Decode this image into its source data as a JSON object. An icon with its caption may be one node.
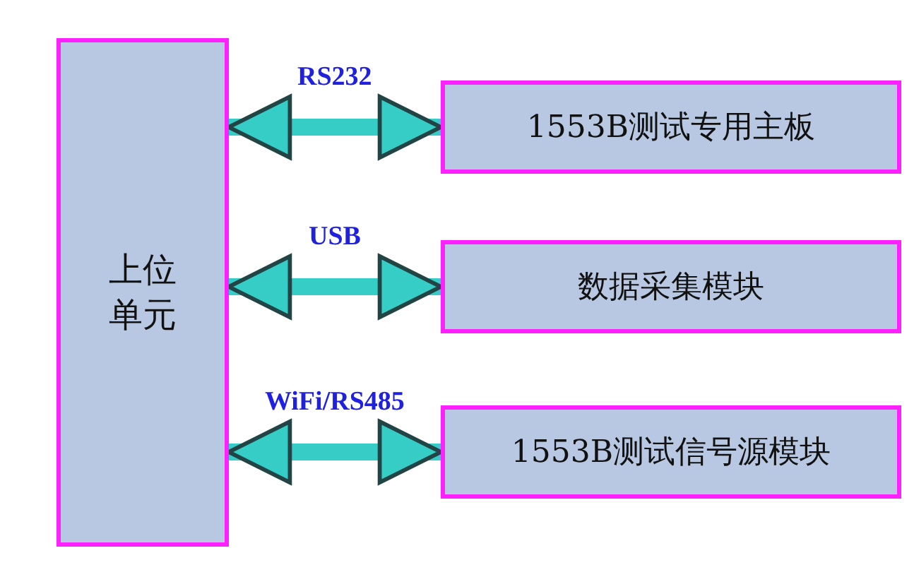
{
  "diagram": {
    "nodes": [
      {
        "text": [
          "上位单元"
        ]
      },
      {
        "text": [
          "1553B测试专用主板"
        ]
      },
      {
        "text": [
          "数据采集模块"
        ]
      },
      {
        "text": [
          "1553B测试信号源模块"
        ]
      }
    ],
    "edges": [
      {
        "from": 0,
        "to": 1,
        "arrow": "both",
        "label": "RS232"
      },
      {
        "from": 0,
        "to": 2,
        "arrow": "both",
        "label": "USB"
      },
      {
        "from": 0,
        "to": 3,
        "arrow": "both",
        "label": "WiFi/RS485"
      }
    ]
  }
}
